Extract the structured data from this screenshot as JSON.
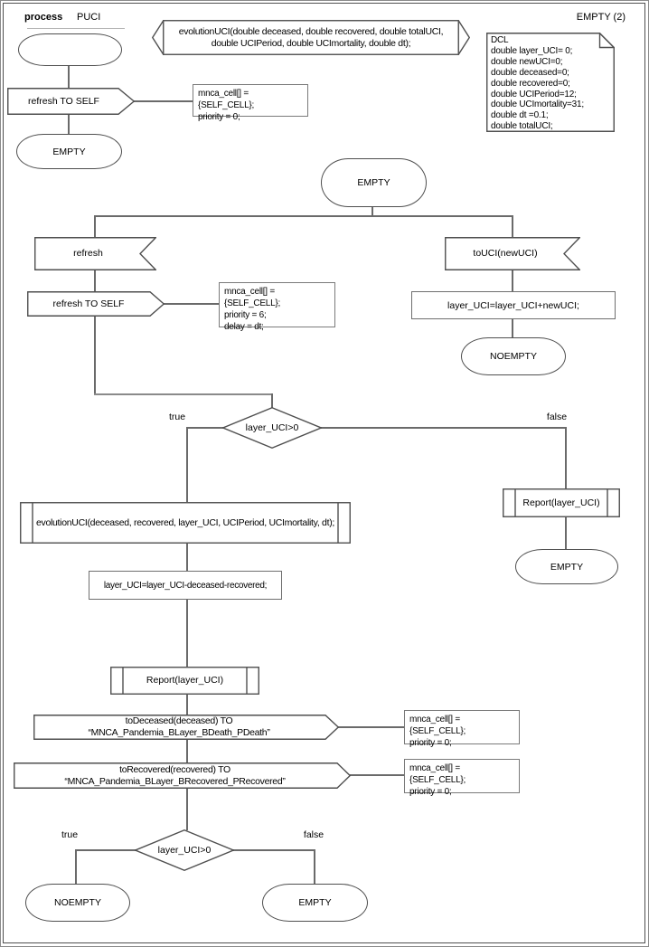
{
  "frame": {
    "process_keyword": "process",
    "process_name": "PUCI",
    "page_label": "EMPTY (2)"
  },
  "colors": {
    "stroke": "#4f4f4f",
    "text": "#000000",
    "background": "#ffffff"
  },
  "declarations": {
    "procedure_decl_line1": "evolutionUCI(double deceased, double recovered, double totalUCI,",
    "procedure_decl_line2": "double UCIPeriod, double UCImortality, double dt);",
    "dcl_lines": [
      "DCL",
      "double layer_UCI= 0;",
      "double newUCI=0;",
      "double deceased=0;",
      "double recovered=0;",
      "double UCIPeriod=12;",
      "double UCImortality=31;",
      "double dt =0.1;",
      "double totalUCI;"
    ]
  },
  "start_flow": {
    "output_refresh": "refresh TO SELF",
    "comment": "mnca_cell[] = {SELF_CELL};\npriority = 0;",
    "next_state": "EMPTY"
  },
  "main": {
    "state": "EMPTY",
    "refresh_branch": {
      "input": "refresh",
      "output": "refresh TO SELF",
      "comment": "mnca_cell[] = {SELF_CELL};\npriority = 6;\ndelay = dt;"
    },
    "touci_branch": {
      "input": "toUCI(newUCI)",
      "task": "layer_UCI=layer_UCI+newUCI;",
      "next_state": "NOEMPTY"
    },
    "decision1": {
      "condition": "layer_UCI>0",
      "true_label": "true",
      "false_label": "false"
    },
    "false_branch": {
      "procedure": "Report(layer_UCI)",
      "next_state": "EMPTY"
    },
    "true_branch": {
      "procedure_call": "evolutionUCI(deceased, recovered, layer_UCI, UCIPeriod, UCImortality, dt);",
      "task": "layer_UCI=layer_UCI-deceased-recovered;",
      "report": "Report(layer_UCI)",
      "output_deceased": "toDeceased(deceased) TO “MNCA_Pandemia_BLayer_BDeath_PDeath”",
      "comment_deceased": "mnca_cell[] = {SELF_CELL};\npriority = 0;",
      "output_recovered": "toRecovered(recovered) TO “MNCA_Pandemia_BLayer_BRecovered_PRecovered”",
      "comment_recovered": "mnca_cell[] = {SELF_CELL};\npriority = 0;",
      "decision2": {
        "condition": "layer_UCI>0",
        "true_label": "true",
        "false_label": "false",
        "true_state": "NOEMPTY",
        "false_state": "EMPTY"
      }
    }
  }
}
